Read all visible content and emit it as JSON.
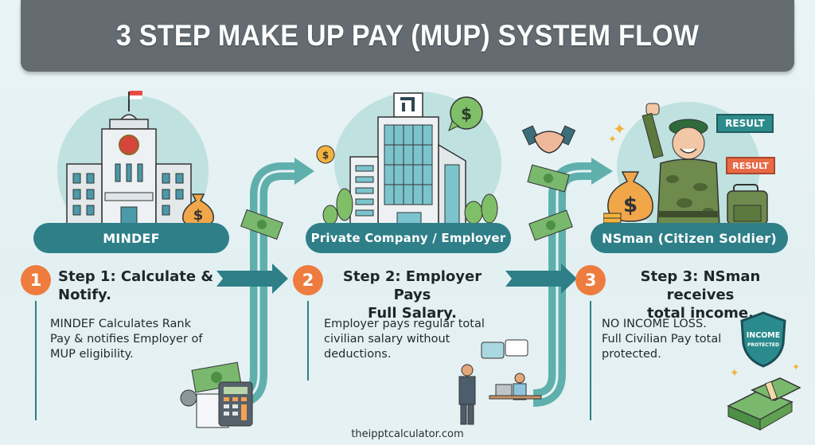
{
  "title": "3 STEP MAKE UP PAY (MUP) SYSTEM FLOW",
  "colors": {
    "title_bar": "#646c71",
    "teal": "#2e7f88",
    "teal_light": "#5fb0ad",
    "badge_orange": "#ee7c3f",
    "background": "#e6f1f3"
  },
  "steps": [
    {
      "number": "1",
      "entity": "MINDEF",
      "title_line1": "Step 1: Calculate &",
      "title_line2": "Notify.",
      "desc_lines": [
        "MINDEF Calculates Rank",
        "Pay & notifies Employer of",
        "MUP eligibility."
      ],
      "illustration": "government-building-icon"
    },
    {
      "number": "2",
      "entity": "Private Company / Employer",
      "title_line1": "Step 2: Employer Pays",
      "title_line2": "Full Salary.",
      "desc_lines": [
        "Employer pays regular total",
        "civilian salary without",
        "deductions."
      ],
      "illustration": "office-building-icon"
    },
    {
      "number": "3",
      "entity": "NSman (Citizen Soldier)",
      "title_line1": "Step 3: NSman receives",
      "title_line2": "total income.",
      "desc_lines": [
        "NO INCOME LOSS.",
        "Full Civilian Pay total",
        "protected."
      ],
      "illustration": "soldier-icon"
    }
  ],
  "labels": {
    "result_1": "RESULT",
    "result_2": "RESULT",
    "shield_line1": "INCOME",
    "shield_line2": "PROTECTED",
    "dollar": "$"
  },
  "footer": "theipptcalculator.com"
}
